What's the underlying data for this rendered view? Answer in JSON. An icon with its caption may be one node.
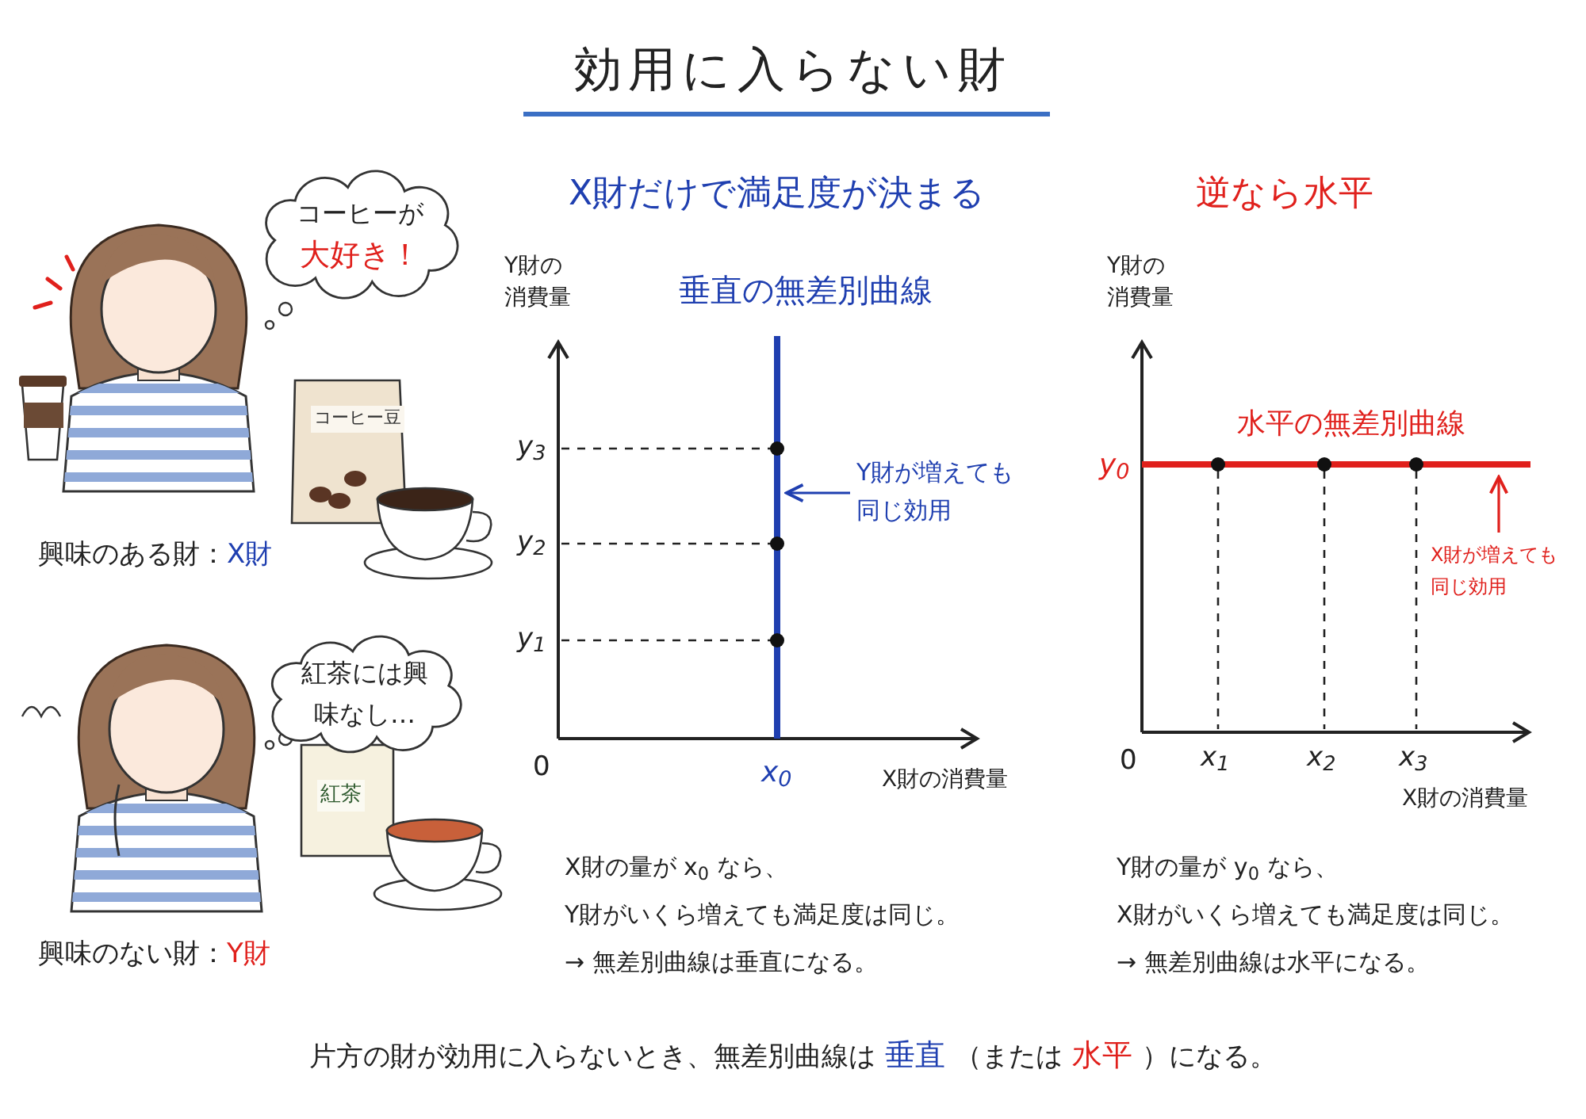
{
  "diagram": {
    "title": "効用に入らない財",
    "nodes": [
      {
        "text": [
          "コーヒーが",
          "大好き！"
        ]
      },
      {
        "text": [
          "紅茶には興味なし…"
        ]
      },
      {
        "text": [
          "Y財が増えても同じ効用"
        ]
      },
      {
        "text": [],
        "shape": "line"
      },
      {
        "text": [
          "X財が増えても同じ効用"
        ]
      },
      {
        "text": [],
        "shape": "line"
      }
    ],
    "edges": [
      {
        "from": 2,
        "to": 3,
        "arrow": "to",
        "color": "#1f3fb0"
      },
      {
        "from": 4,
        "to": 5,
        "arrow": "to",
        "color": "#e0201c"
      }
    ],
    "labels": [
      "コーヒー豆",
      "興味のある財：",
      "X財",
      "紅茶",
      "興味のない財：",
      "Y財",
      "X財だけで満足度が決まる",
      "逆なら水平",
      "Y財の消費量",
      "垂直の無差別曲線",
      "y$_{3}$",
      "y$_{2}$",
      "y$_{1}$",
      "0",
      "x$_{0}$",
      "X財の消費量",
      "Y財の消費量",
      "水平の無差別曲線",
      "y$_{0}$",
      "0",
      "x$_{1}$",
      "x$_{2}$",
      "x$_{3}$",
      "X財の消費量",
      "X財の量が x$_{0}$ なら、",
      "Y財がいくら増えても満足度は同じ。",
      "→ 無差別曲線は垂直になる。",
      "Y財の量が y$_{0}$ なら、",
      "X財がいくら増えても満足度は同じ。",
      "→ 無差別曲線は水平になる。",
      "片方の財が効用に入らないとき、無差別曲線は",
      "垂直",
      "（または",
      "水平",
      "）になる。"
    ]
  }
}
